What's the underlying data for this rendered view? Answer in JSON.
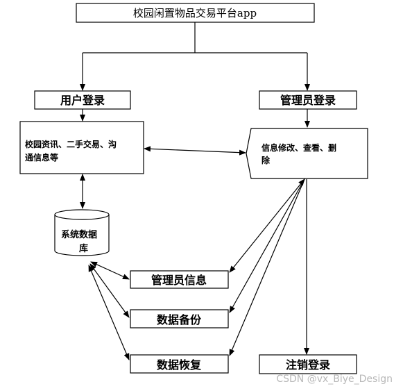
{
  "diagram": {
    "title": "校园闲置物品交易平台app",
    "user_login": "用户登录",
    "admin_login": "管理员登录",
    "user_features_line1": "校园资讯、二手交易、沟",
    "user_features_line2": "通信息等",
    "admin_features_line1": "信息修改、查看、删",
    "admin_features_line2": "除",
    "database_line1": "系统数据",
    "database_line2": "库",
    "admin_info": "管理员信息",
    "data_backup": "数据备份",
    "data_restore": "数据恢复",
    "logout": "注销登录"
  },
  "watermark": "CSDN @vx_Biye_Design",
  "colors": {
    "line": "#000000",
    "background": "#ffffff",
    "watermark": "#b8b8b8"
  }
}
